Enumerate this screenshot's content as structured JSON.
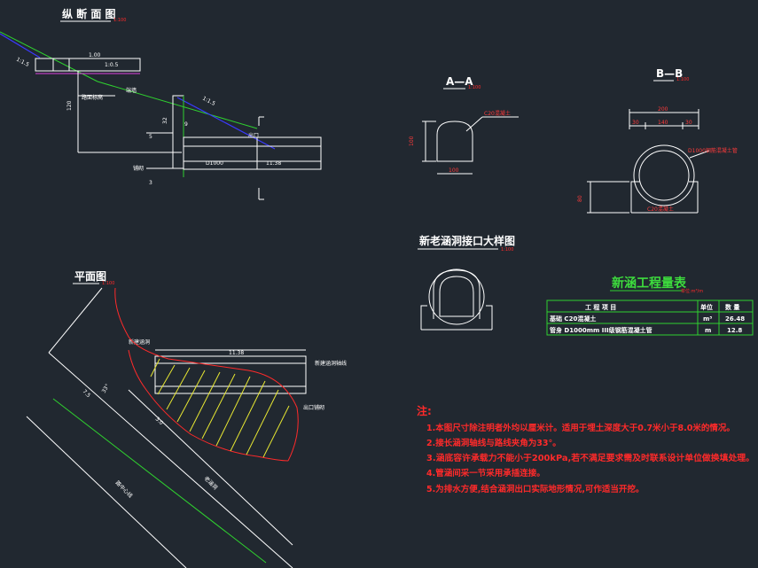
{
  "views": {
    "profile": {
      "title": "纵 断 面 图",
      "scale": "1:100",
      "labels": {
        "slope_left": "1:1.5",
        "slope_right": "1:1.5",
        "elev_top": "1.00",
        "elev_mid": "1:0.5",
        "dim_5": "5",
        "dim_120": "120",
        "dim_32": "32",
        "dim_3": "3",
        "dim_9": "9",
        "road_label": "路面标高",
        "pipe_label": "D1000",
        "wall_label": "端墙",
        "outlet_label": "出口",
        "paving": "铺砌",
        "length": "11.38"
      }
    },
    "section_aa": {
      "title": "A—A",
      "scale": "1:100",
      "width": "100",
      "height": "100",
      "callout": "C20混凝土"
    },
    "section_bb": {
      "title": "B—B",
      "scale": "1:100",
      "width": "200",
      "dim_a": "30",
      "dim_b": "140",
      "dim_c": "30",
      "height": "80",
      "callout": "D1000钢筋混凝土管",
      "base_callout": "C20混凝土"
    },
    "detail": {
      "title": "新老涵洞接口大样图",
      "scale": "1:100"
    },
    "plan": {
      "title": "平面图",
      "scale": "1:100",
      "labels": {
        "length": "11.38",
        "new_axis": "新建涵洞轴线",
        "road_center": "路中心线",
        "old_culvert": "老涵洞",
        "new_culvert": "新建涵洞",
        "paving": "出口铺砌",
        "angle": "33°",
        "dim_a": "7.5",
        "dim_b": "3.0"
      }
    }
  },
  "quantity_table": {
    "title": "新涵工程量表",
    "subtitle": "单位:m³/m",
    "headers": [
      "工 程 项 目",
      "单位",
      "数 量"
    ],
    "rows": [
      [
        "基础  C20混凝土",
        "m³",
        "26.48"
      ],
      [
        "管身  D1000mm III级钢筋混凝土管",
        "m",
        "12.8"
      ]
    ]
  },
  "notes": {
    "heading": "注:",
    "items": [
      "1.本图尺寸除注明者外均以厘米计。适用于埋土深度大于0.7米小于8.0米的情况。",
      "2.接长涵洞轴线与路线夹角为33°。",
      "3.涵底容许承载力不能小于200kPa,若不满足要求需及时联系设计单位做换填处理。",
      "4.管涵间采一节采用承插连接。",
      "5.为排水方便,结合涵洞出口实际地形情况,可作适当开挖。"
    ]
  },
  "colors": {
    "background": "#212830",
    "line": "#ffffff",
    "accent_red": "#ff2a2a",
    "accent_green": "#2fd12f",
    "accent_blue": "#3a3aff"
  }
}
